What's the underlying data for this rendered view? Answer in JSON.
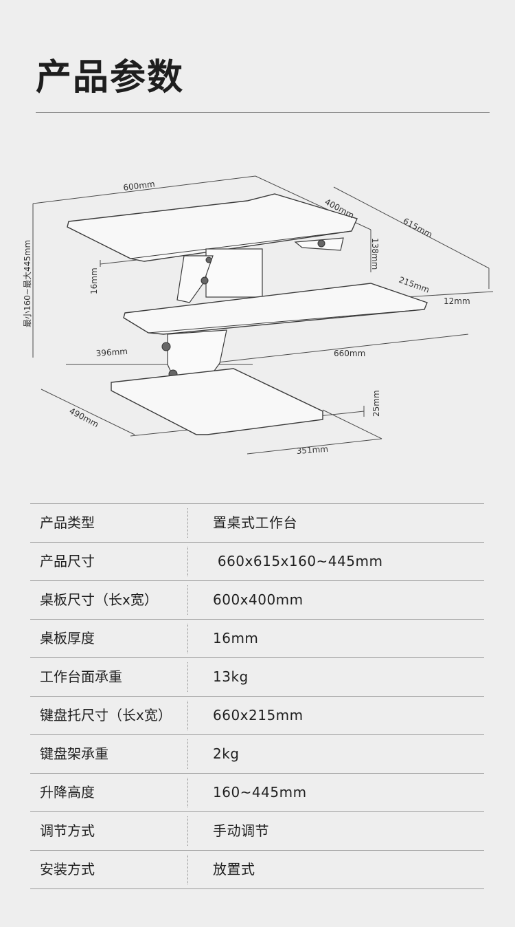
{
  "page": {
    "title": "产品参数"
  },
  "diagram": {
    "labels": {
      "width_top": "600mm",
      "depth_top": "400mm",
      "total_depth": "615mm",
      "riser_height": "138mm",
      "height_range": "最小160~最大445mm",
      "board_thickness": "16mm",
      "tray_depth": "215mm",
      "tray_thickness": "12mm",
      "base_width_label": "396mm",
      "tray_width": "660mm",
      "base_depth": "490mm",
      "base_thickness": "25mm",
      "base_front": "351mm"
    }
  },
  "specs": [
    {
      "label": "产品类型",
      "value": "置桌式工作台"
    },
    {
      "label": "产品尺寸",
      "value": " 660x615x160~445mm"
    },
    {
      "label": "桌板尺寸（长x宽）",
      "value": "600x400mm"
    },
    {
      "label": "桌板厚度",
      "value": "16mm"
    },
    {
      "label": "工作台面承重",
      "value": "13kg"
    },
    {
      "label": "键盘托尺寸（长x宽）",
      "value": "660x215mm"
    },
    {
      "label": "键盘架承重",
      "value": "2kg"
    },
    {
      "label": "升降高度",
      "value": "160~445mm"
    },
    {
      "label": "调节方式",
      "value": "手动调节"
    },
    {
      "label": "安装方式",
      "value": "放置式"
    }
  ]
}
